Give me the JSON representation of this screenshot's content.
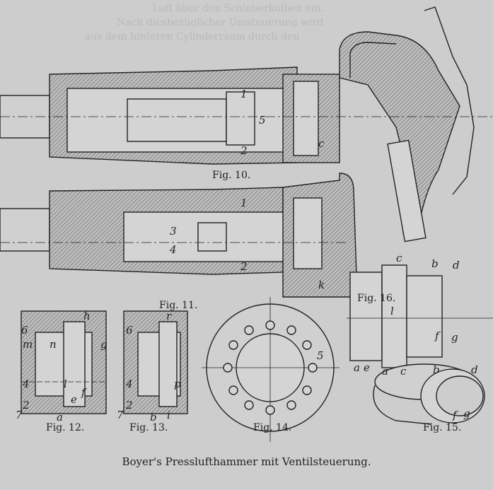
{
  "background_text": [
    "Luft über den Schieberkolben ein.",
    "Nach diesbezüglicher Umsteuerung wird",
    "aus dem hinteren Cylinderraum durch den"
  ],
  "figures": {
    "fig10": {
      "label": "Fig. 10.",
      "marks": [
        "1",
        "5",
        "c",
        "2"
      ]
    },
    "fig11": {
      "label": "Fig. 11.",
      "marks": [
        "1",
        "3",
        "4",
        "2",
        "k"
      ]
    },
    "fig12": {
      "label": "Fig. 12.",
      "marks": [
        "6",
        "h",
        "m",
        "n",
        "g",
        "4",
        "l",
        "f",
        "e",
        "2",
        "7",
        "a"
      ]
    },
    "fig13": {
      "label": "Fig. 13.",
      "marks": [
        "r",
        "6",
        "4",
        "p",
        "2",
        "7",
        "b",
        "i"
      ]
    },
    "fig14": {
      "label": "Fig. 14.",
      "marks": [
        "5"
      ]
    },
    "fig15": {
      "label": "Fig. 15.",
      "marks": [
        "a",
        "c",
        "b",
        "d",
        "f",
        "g"
      ]
    },
    "fig16": {
      "label": "Fig. 16.",
      "marks": [
        "c",
        "b",
        "d",
        "l",
        "f",
        "g",
        "a",
        "e"
      ]
    }
  },
  "caption": "Boyer's Presslufthammer mit Ventilsteuerung."
}
